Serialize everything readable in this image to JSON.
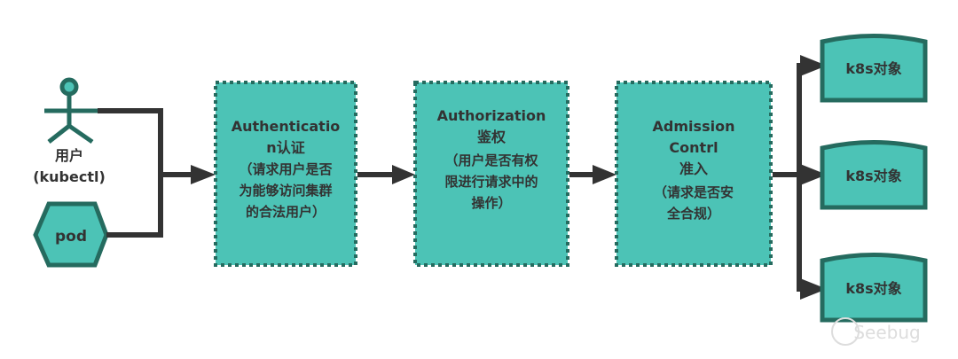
{
  "user": {
    "line1": "用户",
    "line2": "(kubectl)"
  },
  "pod": {
    "label": "pod"
  },
  "steps": [
    {
      "lines": [
        "Authenticatio",
        "n认证",
        "（请求用户是否",
        "为能够访问集群",
        "的合法用户）"
      ]
    },
    {
      "lines": [
        "Authorization",
        "鉴权",
        "（用户是否有权",
        "限进行请求中的",
        "操作）"
      ]
    },
    {
      "lines": [
        "Admission",
        "Contrl",
        "准入",
        "（请求是否安",
        "全合规）"
      ]
    }
  ],
  "objects": [
    {
      "label": "k8s对象"
    },
    {
      "label": "k8s对象"
    },
    {
      "label": "k8s对象"
    }
  ],
  "watermark": {
    "text": "Seebug"
  },
  "colors": {
    "fill": "#4cc3b6",
    "border": "#256b5f",
    "arrow": "#333333"
  }
}
